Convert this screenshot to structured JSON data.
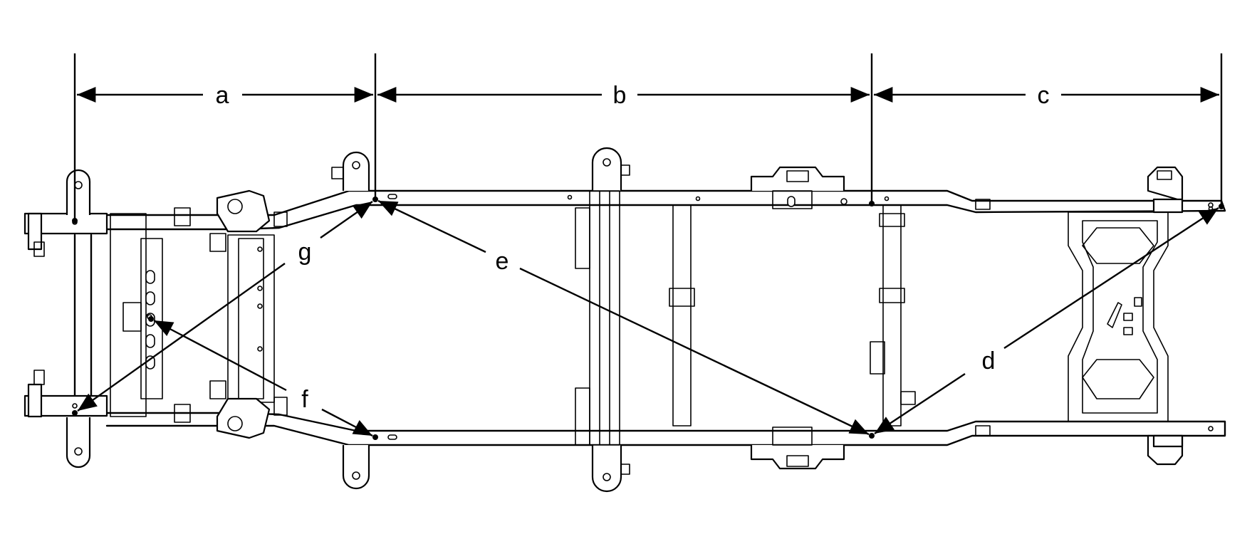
{
  "diagram": {
    "labels": {
      "a": "a",
      "b": "b",
      "c": "c",
      "d": "d",
      "e": "e",
      "f": "f",
      "g": "g"
    }
  }
}
